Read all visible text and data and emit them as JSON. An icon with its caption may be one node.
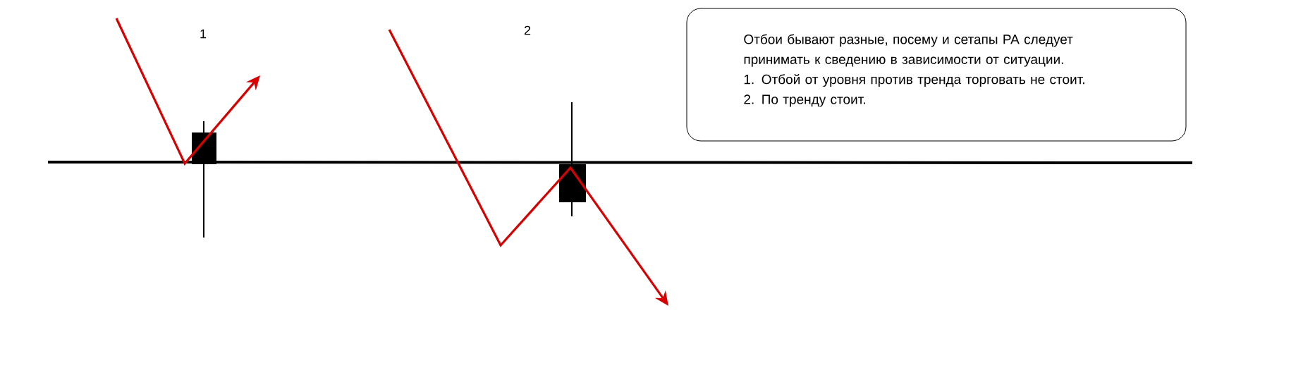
{
  "diagram": {
    "nodes": [
      {
        "text": [
          "Отбои бывают разные, посему и сетапы PA следует принимать к сведению в зависимости от ситуации.",
          "1. Отбой от уровня против тренда торговать не стоит.",
          "2. По тренду стоит."
        ]
      }
    ],
    "edges": [],
    "labels": [
      "1",
      "2"
    ]
  }
}
